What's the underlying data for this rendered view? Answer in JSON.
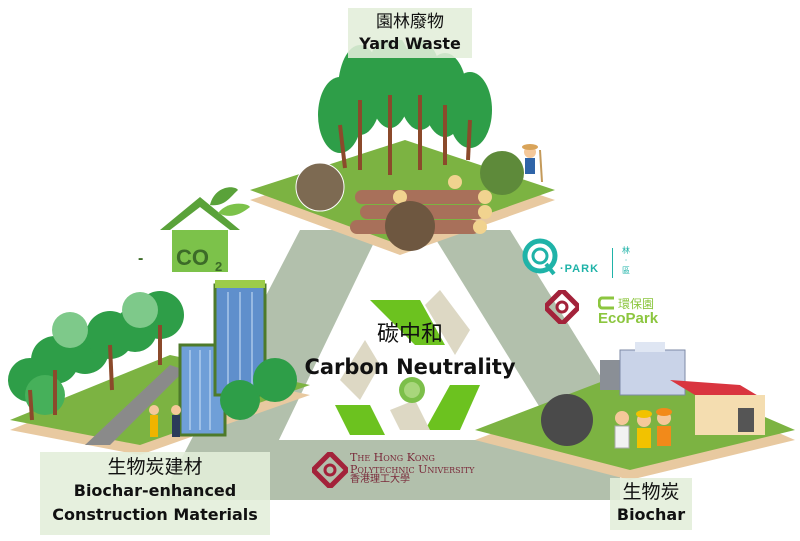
{
  "title": "Carbon Neutrality cycle: Yard Waste to Biochar to Construction Materials",
  "center": {
    "zh": "碳中和",
    "en": "Carbon Neutrality",
    "icon": "recycle-icon"
  },
  "nodes": {
    "top": {
      "zh": "園林廢物",
      "en": "Yard Waste",
      "scene": "trees-logs-farmer"
    },
    "left": {
      "zh": "生物炭建材",
      "en_line1": "Biochar-enhanced",
      "en_line2": "Construction Materials",
      "scene": "park-buildings-workers"
    },
    "right": {
      "zh": "生物炭",
      "en": "Biochar",
      "scene": "factory-scientists"
    }
  },
  "co2_badge": {
    "minus": "-",
    "text": "CO",
    "sub": "2",
    "icon": "green-house-leaf-icon"
  },
  "logos": {
    "qpark": {
      "text": "·PARK",
      "side_zh_1": "林",
      "side_dot": "·",
      "side_zh_2": "區"
    },
    "ecopark": {
      "zh": "環保園",
      "en": "EcoPark"
    },
    "polyu": {
      "line1": "The Hong Kong",
      "line2": "Polytechnic University",
      "zh": "香港理工大學"
    }
  },
  "colors": {
    "triangle_band": "#b2c0ac",
    "platform_green": "#7cb342",
    "platform_edge": "#e8c9a0",
    "label_bg": "#e2eeda",
    "recycle_green": "#6cc21f",
    "recycle_beige": "#ddd8c4",
    "polyu_red": "#a3223a",
    "qpark_teal": "#1fb3a8",
    "ecopark_green": "#8cc63f"
  }
}
